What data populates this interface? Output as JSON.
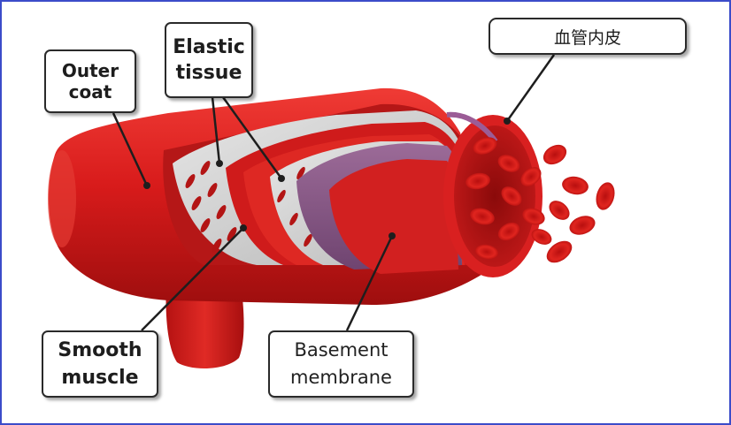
{
  "labels": {
    "outer_coat": "Outer\ncoat",
    "elastic_tissue": "Elastic\ntissue",
    "endothelium": "血管内皮",
    "smooth_muscle": "Smooth\nmuscle",
    "basement_membrane": "Basement\nmembrane"
  },
  "colors": {
    "frame_border": "#3b4cc9",
    "outer_coat": "#d81b1b",
    "elastic_tissue": "#c9c9c9",
    "basement_membrane": "#8a5a86",
    "blood_cell": "#cf1414",
    "leader_line": "#1e1e1e"
  }
}
